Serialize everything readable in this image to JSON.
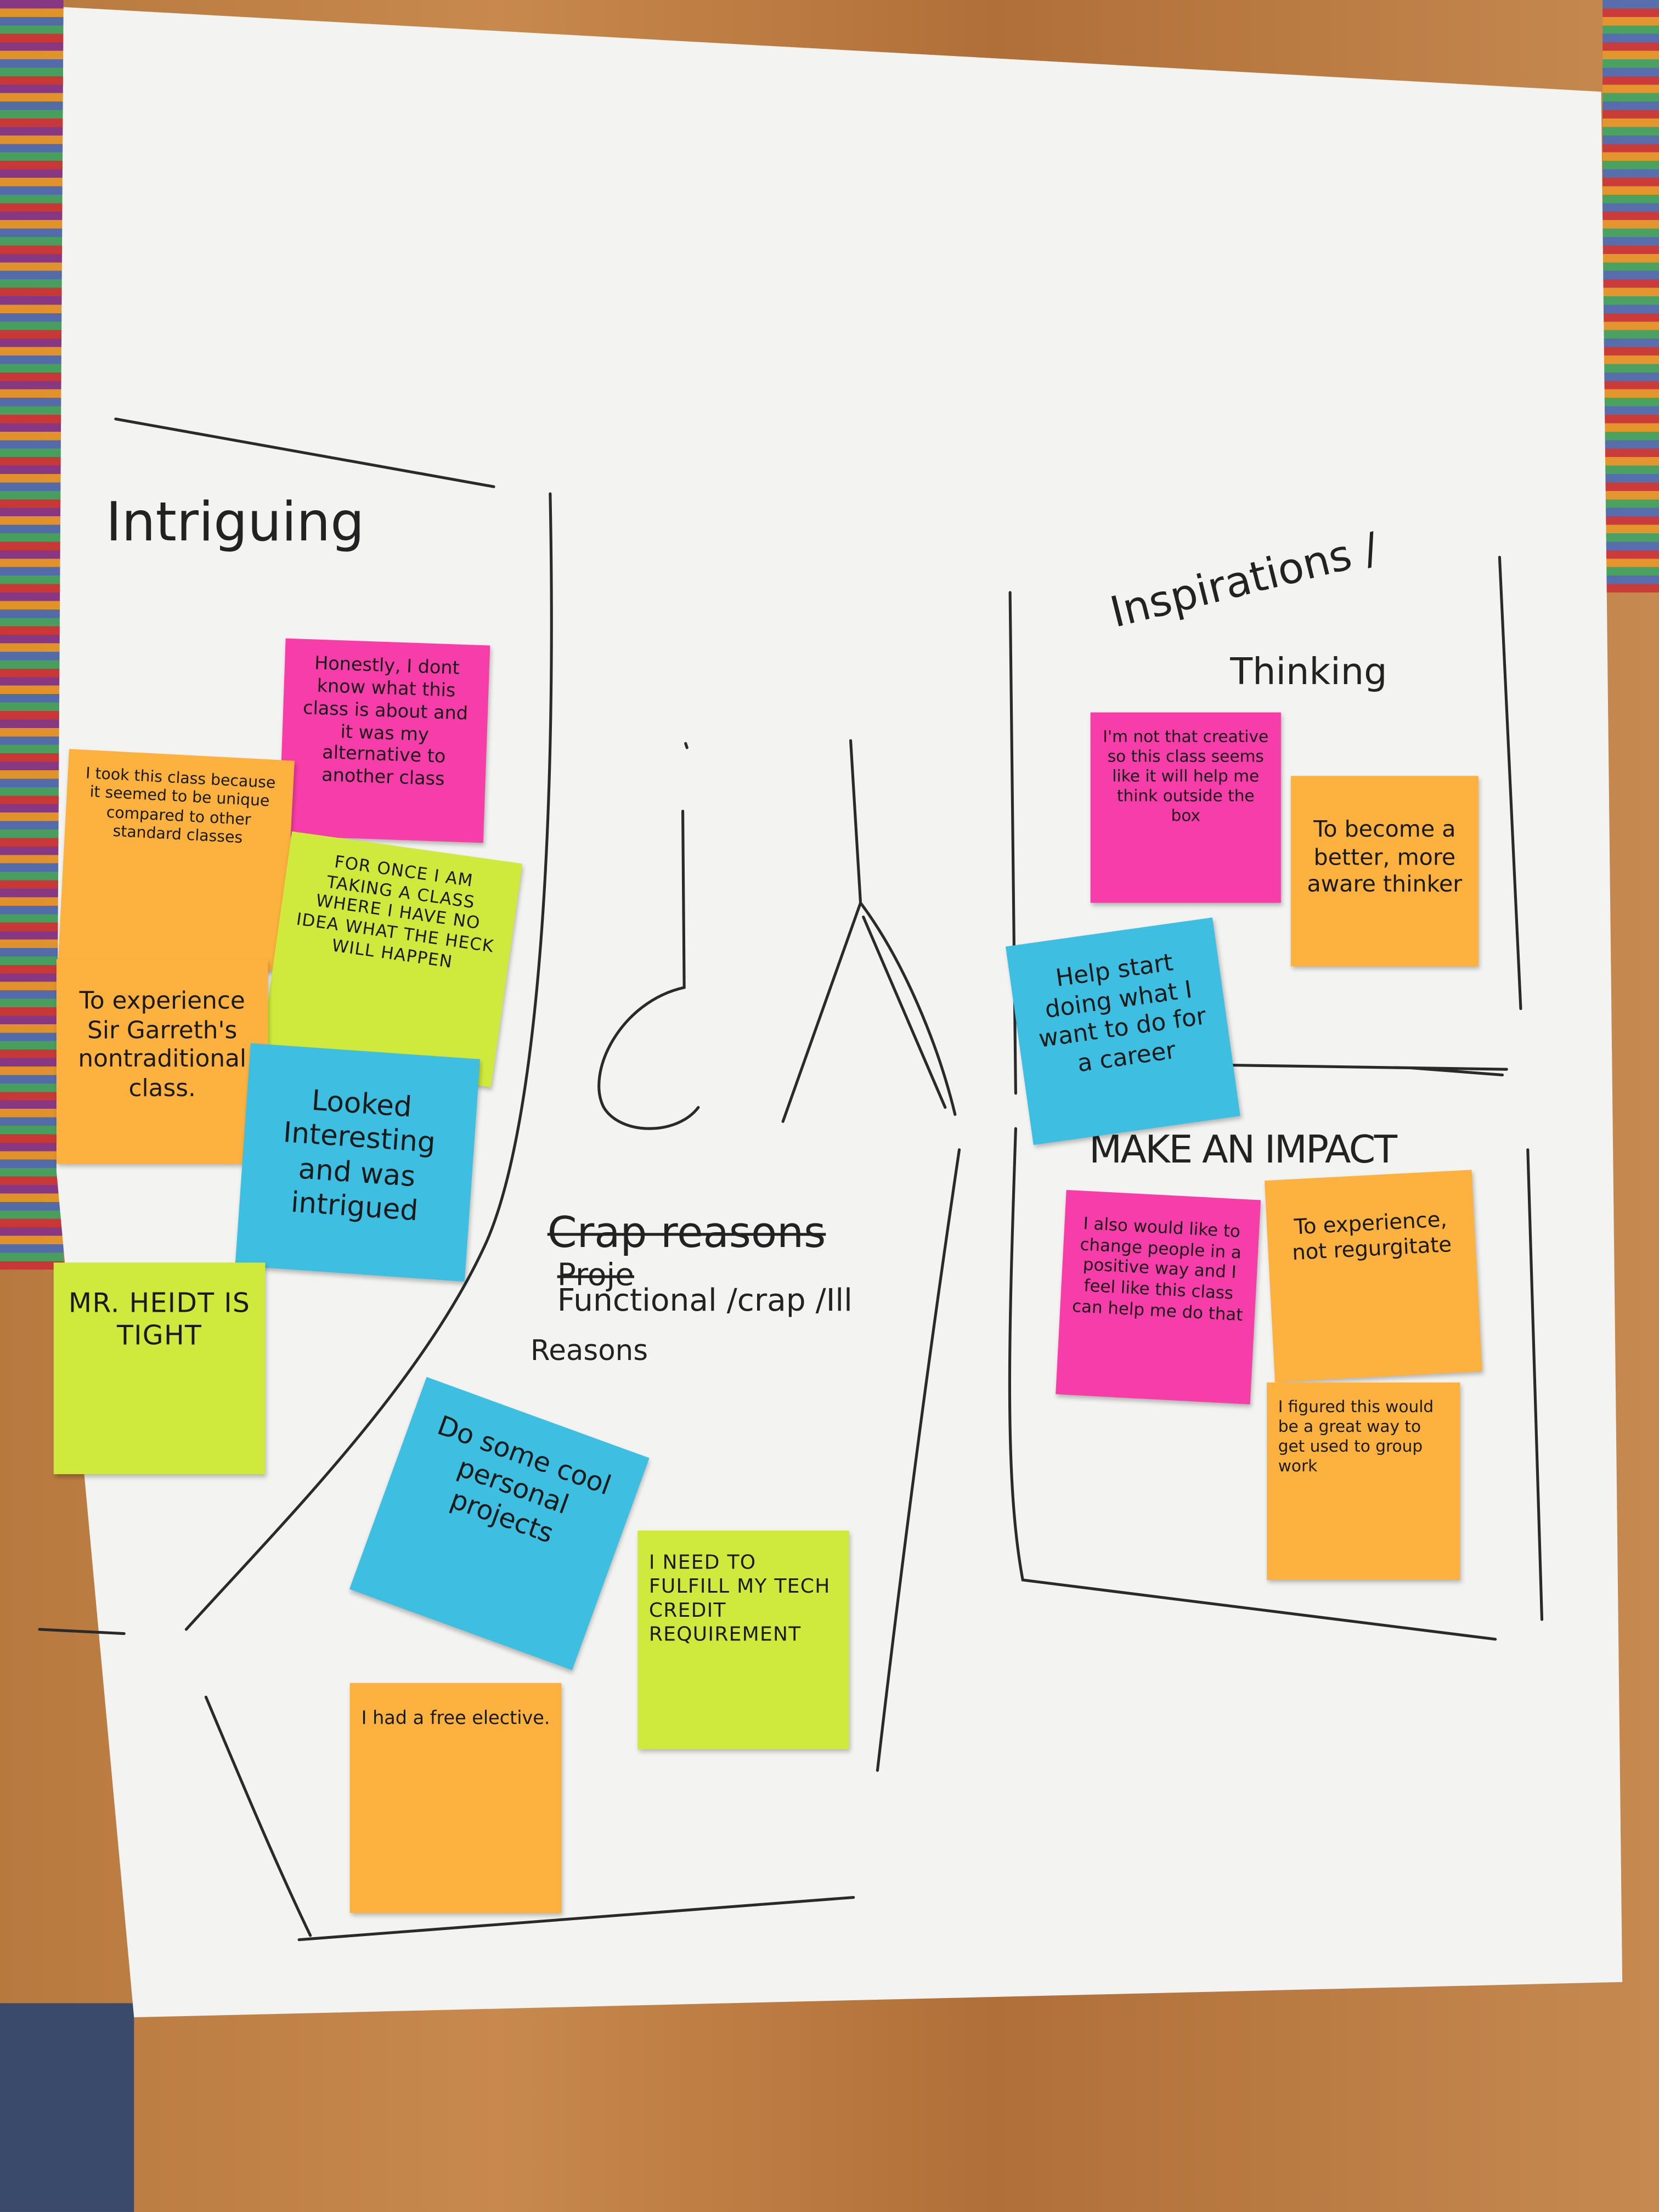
{
  "colors": {
    "pink": "#f73ea8",
    "orange": "#fdb13e",
    "lime": "#cfea3c",
    "blue": "#3cbfe0",
    "paper": "#f3f3f1",
    "wood": "#c0824a"
  },
  "headings": {
    "intriguing": "Intriguing",
    "inspirations": "Inspirations /",
    "thinking": "Thinking",
    "make_an_impact": "MAKE AN IMPACT",
    "center_struck": "Crap reasons",
    "center_struck2": "Proje",
    "center_line": "Functional /crap /Ill",
    "center_reasons": "Reasons"
  },
  "notes": [
    {
      "color": "pink",
      "text": "Honestly, I dont know what this class is about and it was my alternative to another class"
    },
    {
      "color": "orange",
      "text": "I took this class because it seemed to be unique compared to other standard classes"
    },
    {
      "color": "lime",
      "text": "For once I am taking a class where I have no idea what the heck will happen"
    },
    {
      "color": "orange",
      "text": "To experience Sir Garreth's nontraditional class."
    },
    {
      "color": "blue",
      "text": "Looked Interesting and was intrigued"
    },
    {
      "color": "lime",
      "text": "Mr. Heidt is TIGHT"
    },
    {
      "color": "blue",
      "text": "Do some cool personal projects"
    },
    {
      "color": "lime",
      "text": "I need to fulfill my tech credit requirement"
    },
    {
      "color": "orange",
      "text": "I had a free elective."
    },
    {
      "color": "pink",
      "text": "I'm not that creative so this class seems like it will help me think outside the box"
    },
    {
      "color": "orange",
      "text": "To become a better, more aware thinker"
    },
    {
      "color": "blue",
      "text": "Help start doing what I want to do for a career"
    },
    {
      "color": "pink",
      "text": "I also would like to change people in a positive way and I feel like this class can help me do that"
    },
    {
      "color": "orange",
      "text": "To experience, not regurgitate"
    },
    {
      "color": "orange",
      "text": "I figured this would be a great way to get used to group work"
    }
  ]
}
